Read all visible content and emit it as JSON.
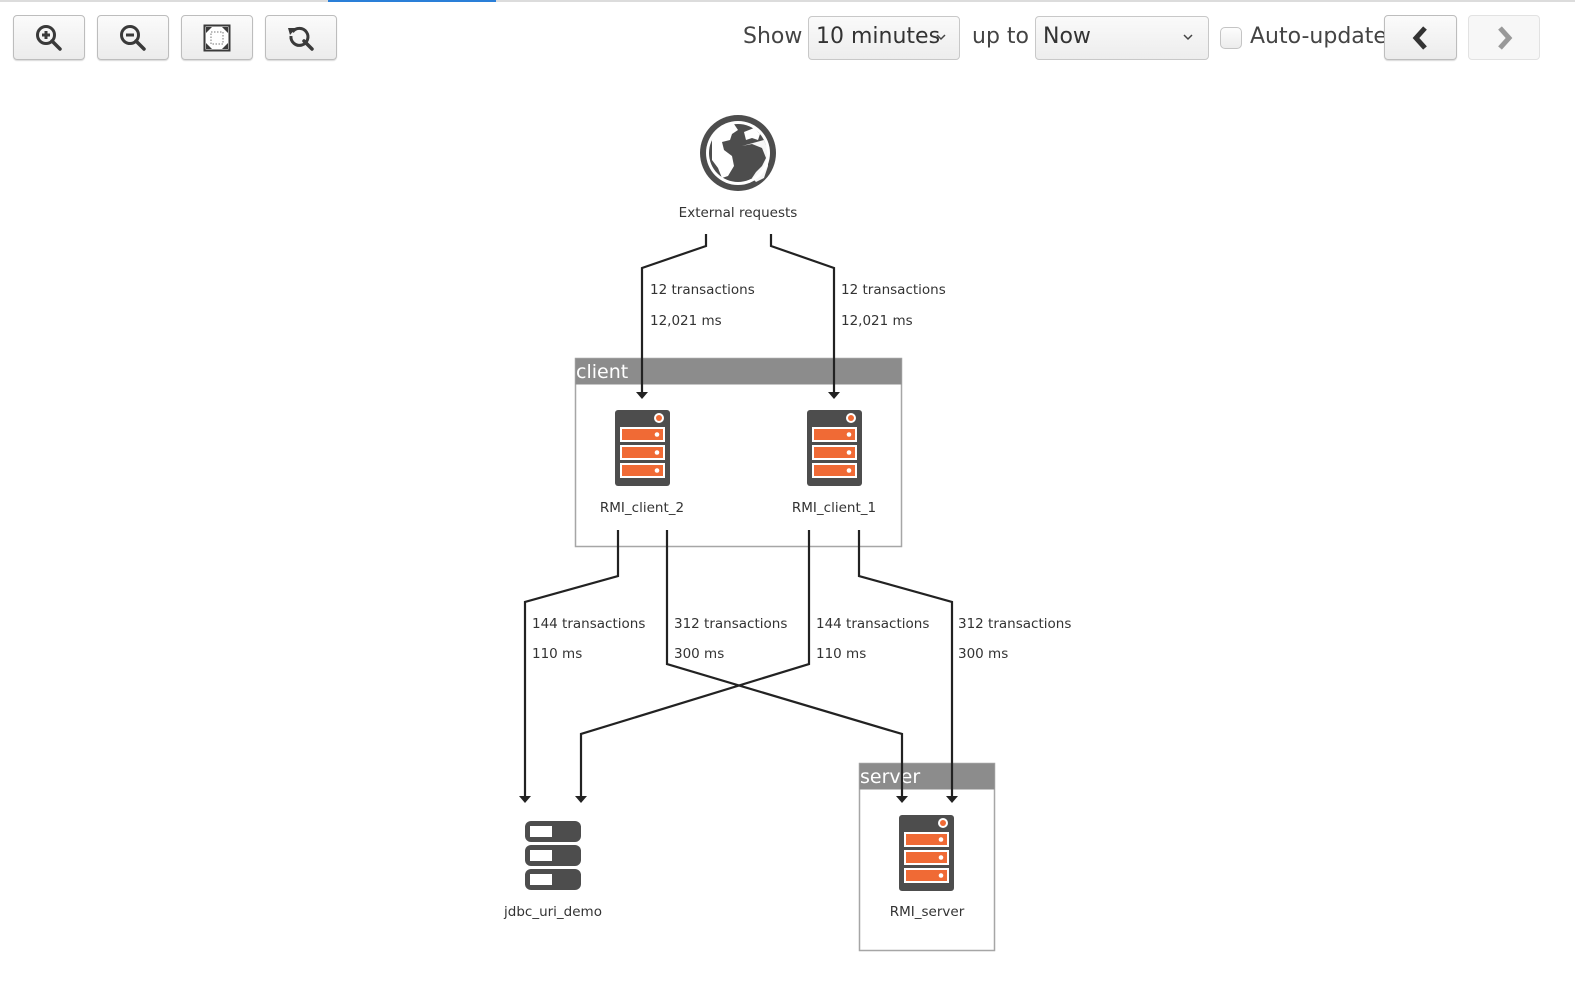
{
  "toolbar": {
    "zoom_in": "zoom-in",
    "zoom_out": "zoom-out",
    "fit": "fit-to-screen",
    "reset": "reset-view",
    "show_label": "Show",
    "range_value": "10 minutes",
    "upto_label": "up to",
    "upto_value": "Now",
    "auto_update_label": "Auto-update",
    "auto_update_checked": false,
    "prev_label": "previous",
    "next_label": "next"
  },
  "colors": {
    "accent": "#2a7fd8",
    "server_orange": "#f06a35",
    "icon_dark": "#4d4d4d",
    "group_header": "#8c8c8c",
    "edge": "#222222"
  },
  "diagram": {
    "external": {
      "label": "External requests",
      "icon": "globe-icon"
    },
    "groups": [
      {
        "id": "client",
        "title": "client"
      },
      {
        "id": "server",
        "title": "server"
      }
    ],
    "nodes": {
      "rmi_client_2": {
        "label": "RMI_client_2",
        "icon": "server-icon"
      },
      "rmi_client_1": {
        "label": "RMI_client_1",
        "icon": "server-icon"
      },
      "jdbc": {
        "label": "jdbc_uri_demo",
        "icon": "database-icon"
      },
      "rmi_server": {
        "label": "RMI_server",
        "icon": "server-icon"
      }
    },
    "edges": [
      {
        "from": "External requests",
        "to": "RMI_client_2",
        "transactions": "12 transactions",
        "time": "12,021 ms"
      },
      {
        "from": "External requests",
        "to": "RMI_client_1",
        "transactions": "12 transactions",
        "time": "12,021 ms"
      },
      {
        "from": "RMI_client_2",
        "to": "jdbc_uri_demo",
        "transactions": "144 transactions",
        "time": "110 ms"
      },
      {
        "from": "RMI_client_2",
        "to": "RMI_server",
        "transactions": "312 transactions",
        "time": "300 ms"
      },
      {
        "from": "RMI_client_1",
        "to": "jdbc_uri_demo",
        "transactions": "144 transactions",
        "time": "110 ms"
      },
      {
        "from": "RMI_client_1",
        "to": "RMI_server",
        "transactions": "312 transactions",
        "time": "300 ms"
      }
    ]
  }
}
